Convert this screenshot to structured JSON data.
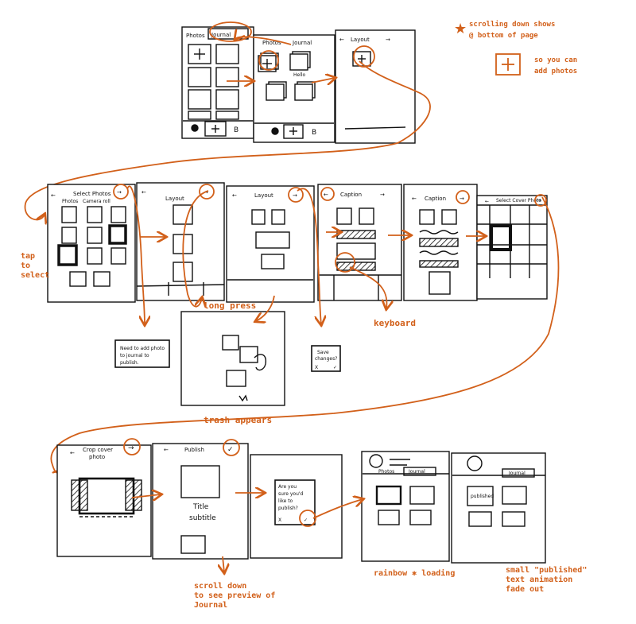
{
  "accent_color": "#d2601a",
  "ink_color": "#111111",
  "top_flow": {
    "screen1": {
      "tab_photos": "Photos",
      "tab_journal": "Journal"
    },
    "screen2": {
      "tab_photos": "Photos",
      "tab_journal": "Journal",
      "caption": "Hello"
    },
    "screen3": {
      "back_arrow": "←",
      "title": "Layout",
      "next_arrow": "→"
    }
  },
  "notes": {
    "scroll_note": "scrolling down shows @ bottom of page",
    "add_photos_note": "so you can add photos",
    "tap_to_select": "tap to select",
    "long_press": "long press",
    "keyboard": "keyboard",
    "trash_appears": "trash appears",
    "scroll_preview": "scroll down to see preview of Journal",
    "rainbow_loading": "rainbow ✱ loading",
    "published_anim": "small \"published\" text animation fade out"
  },
  "middle_flow": {
    "select_photos": {
      "back_arrow": "←",
      "title": "Select Photos",
      "sub_a": "Photos",
      "sub_b": "Camera roll",
      "next_arrow": "→"
    },
    "layout1": {
      "back_arrow": "←",
      "title": "Layout",
      "next_arrow": "→"
    },
    "layout2": {
      "back_arrow": "←",
      "title": "Layout",
      "next_arrow": "→"
    },
    "caption1": {
      "back_arrow": "←",
      "title": "Caption",
      "next_arrow": "→"
    },
    "caption2": {
      "back_arrow": "←",
      "title": "Caption",
      "next_arrow": "→"
    },
    "cover": {
      "back_arrow": "←",
      "title": "Select Cover Photo",
      "next_arrow": "→"
    },
    "popup_need_photo": "Need to add photo to journal to publish.",
    "popup_save_line1": "Save",
    "popup_save_line2": "changes?",
    "popup_save_x": "X",
    "popup_save_check": "✓"
  },
  "bottom_flow": {
    "crop": {
      "back_arrow": "←",
      "title": "Crop cover photo",
      "next_arrow": "→"
    },
    "publish": {
      "back_arrow": "←",
      "title": "Publish",
      "check": "✓",
      "field_title": "Title",
      "field_subtitle": "subtitle"
    },
    "confirm": {
      "text": "Are you sure you'd like to publish?",
      "x": "X",
      "check": "✓"
    },
    "journal1": {
      "tab_photos": "Photos",
      "tab_journal": "Journal"
    },
    "journal2": {
      "tab_journal": "Journal",
      "badge": "published"
    }
  }
}
